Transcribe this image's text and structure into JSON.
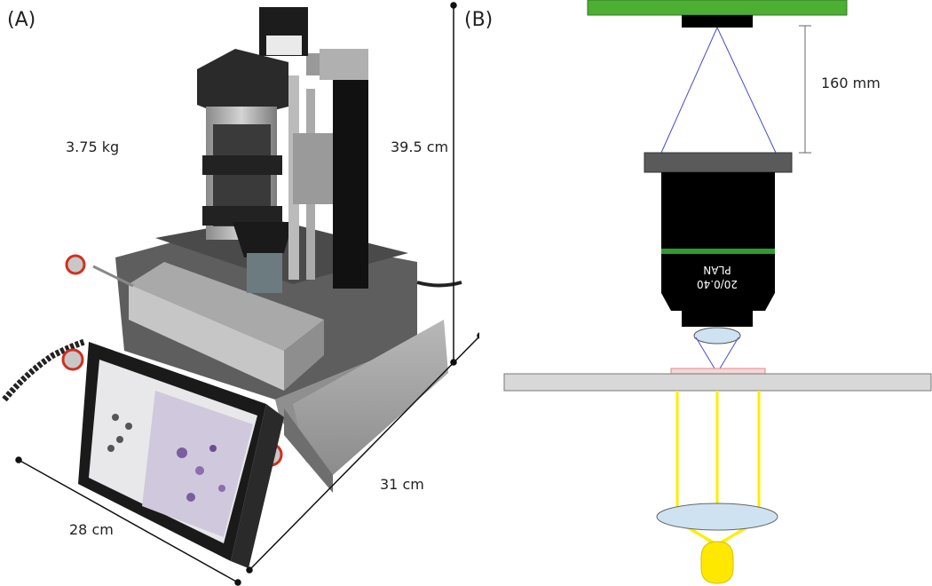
{
  "panels": {
    "a_label": "(A)",
    "b_label": "(B)"
  },
  "photo": {
    "weight": "3.75 kg",
    "height": "39.5 cm",
    "depth": "31 cm",
    "width": "28 cm"
  },
  "optics": {
    "tube_length": "160 mm",
    "objective_text_line1": "20/0.40",
    "objective_text_line2": "PLAN"
  },
  "colors": {
    "sensor": "#4caf32",
    "objective_body": "#000000",
    "objective_band": "#2e9b2e",
    "flange": "#5a5a5a",
    "stage": "#d8d8d8",
    "sample": "#e8a0a0",
    "light_rays": "#ffee00",
    "bulb": "#ffe800",
    "lens": "#cfe2f2",
    "image_rays": "#4a4acc"
  }
}
